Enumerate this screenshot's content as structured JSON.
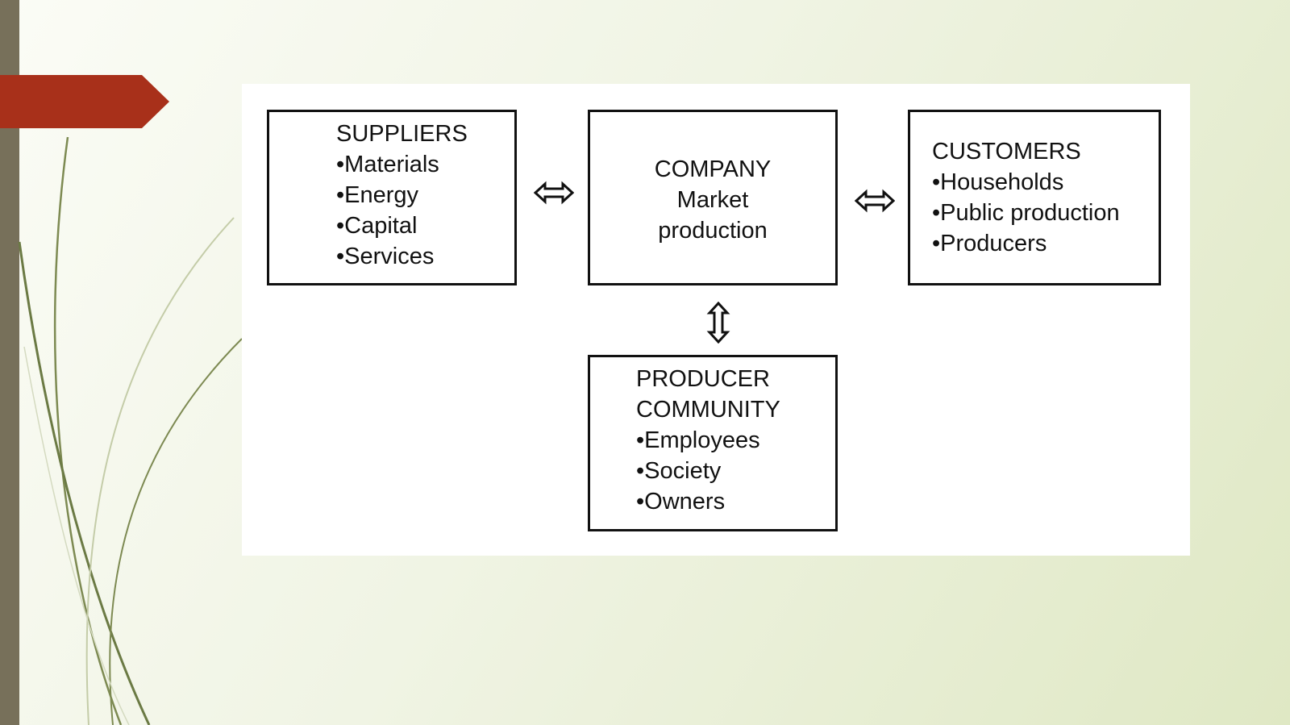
{
  "diagram": {
    "suppliers": {
      "title": "SUPPLIERS",
      "items": [
        "Materials",
        "Energy",
        "Capital",
        "Services"
      ]
    },
    "company": {
      "lines": [
        "COMPANY",
        "Market",
        "production"
      ]
    },
    "customers": {
      "title": "CUSTOMERS",
      "items": [
        "Households",
        "Public production",
        "Producers"
      ]
    },
    "producer_community": {
      "title_lines": [
        "PRODUCER",
        "COMMUNITY"
      ],
      "items": [
        "Employees",
        "Society",
        "Owners"
      ]
    }
  },
  "colors": {
    "accent_tab": "#a8301a",
    "left_bar": "#77705a",
    "box_border": "#111111",
    "decor_line": "#6b7a44"
  }
}
